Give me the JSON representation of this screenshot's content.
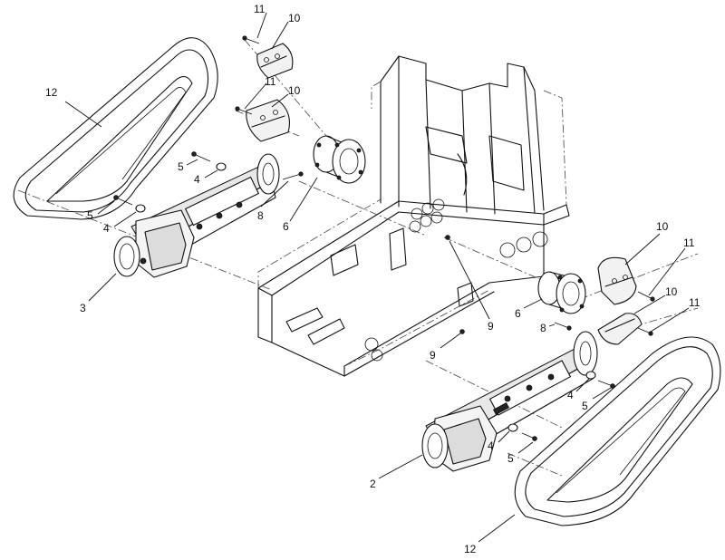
{
  "callouts": [
    {
      "text": "11"
    },
    {
      "text": "10"
    },
    {
      "text": "11"
    },
    {
      "text": "10"
    },
    {
      "text": "12"
    },
    {
      "text": "5"
    },
    {
      "text": "4"
    },
    {
      "text": "5"
    },
    {
      "text": "4"
    },
    {
      "text": "8"
    },
    {
      "text": "6"
    },
    {
      "text": "3"
    },
    {
      "text": "10"
    },
    {
      "text": "11"
    },
    {
      "text": "10"
    },
    {
      "text": "11"
    },
    {
      "text": "6"
    },
    {
      "text": "8"
    },
    {
      "text": "9"
    },
    {
      "text": "9"
    },
    {
      "text": "4"
    },
    {
      "text": "5"
    },
    {
      "text": "4"
    },
    {
      "text": "5"
    },
    {
      "text": "2"
    },
    {
      "text": "12"
    }
  ]
}
